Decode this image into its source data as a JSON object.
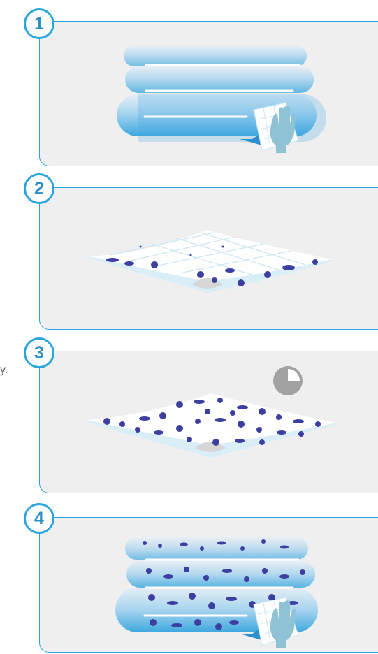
{
  "steps": [
    {
      "number": "1"
    },
    {
      "number": "2"
    },
    {
      "number": "3"
    },
    {
      "number": "4"
    }
  ],
  "side_text": "y.",
  "colors": {
    "accent": "#2ba6dd",
    "panel_bg": "#efefef",
    "germ": "#3c3fa0",
    "glove": "#8fc2d4"
  }
}
